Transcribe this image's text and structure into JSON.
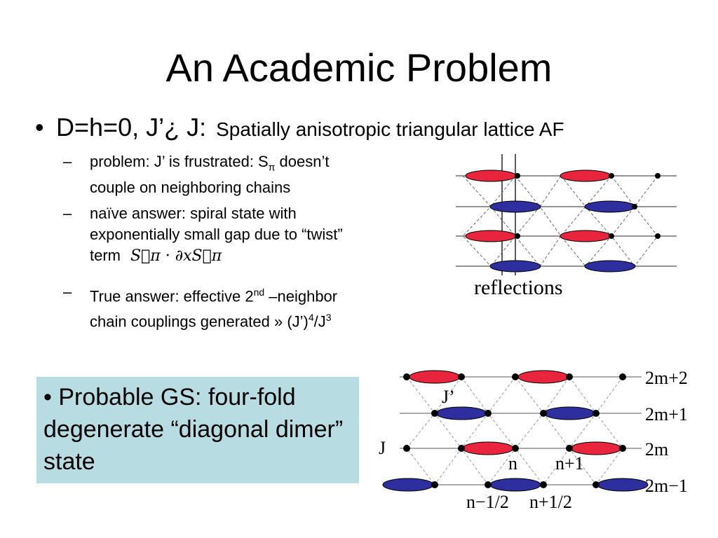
{
  "title": "An Academic Problem",
  "main_bullet": {
    "marker": "•",
    "lead": "D=h=0, J’¿ J:",
    "description": "Spatially anisotropic triangular lattice AF"
  },
  "subbullets": [
    {
      "dash": "–",
      "line1": "problem: J’ is frustrated: S",
      "sub": "π",
      "line1_end": " doesn’t",
      "line2": "couple on neighboring chains"
    },
    {
      "dash": "–",
      "line1": "naïve answer: spiral state with",
      "line2": "exponentially small gap due to “twist”",
      "line3": "term",
      "math": "S⃗π · ∂xS⃗π"
    },
    {
      "dash": "–",
      "line1": "True answer: effective 2",
      "sup": "nd",
      "line1_end": " –neighbor",
      "line2": "chain couplings generated » (J’)",
      "sup2": "4",
      "line2_mid": "/J",
      "sup3": "3"
    }
  ],
  "reflections_label": "reflections",
  "gs_box": {
    "text": "• Probable GS: four-fold degenerate “diagonal dimer” state"
  },
  "lattice_labels": {
    "rows": [
      "2m+2",
      "2m+1",
      "2m",
      "2m−1"
    ],
    "j_prime": "J’",
    "j": "J",
    "n": "n",
    "n_plus_1": "n+1",
    "n_minus_half": "n−1/2",
    "n_plus_half": "n+1/2"
  },
  "colors": {
    "red_dimer": "#e8253d",
    "blue_dimer": "#2e2e9e",
    "gs_box_bg": "#b7dde3"
  }
}
